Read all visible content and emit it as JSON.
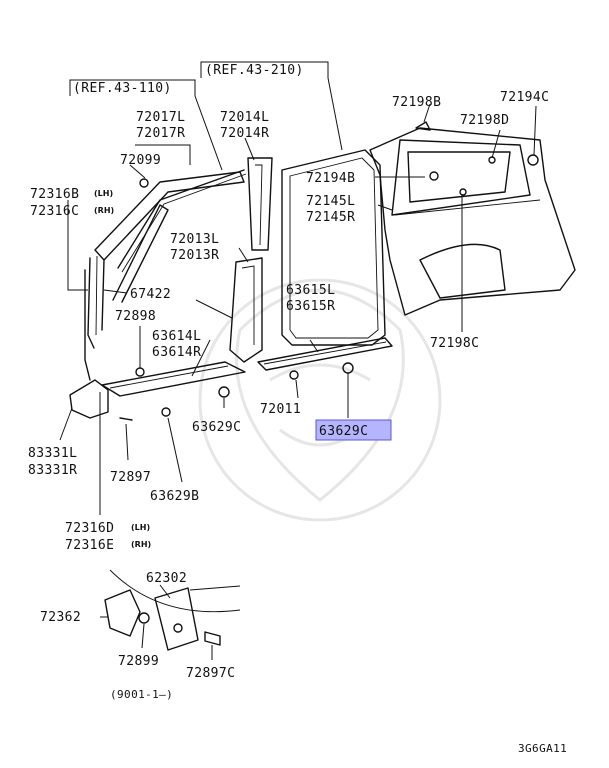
{
  "labels": {
    "ref_43_210": "(REF.43-210)",
    "ref_43_110": "(REF.43-110)",
    "l72017": "72017L",
    "r72017": "72017R",
    "l72014": "72014L",
    "r72014": "72014R",
    "p72099": "72099",
    "p72316b": "72316B",
    "p72316c": "72316C",
    "lh": "(LH)",
    "rh": "(RH)",
    "l72013": "72013L",
    "r72013": "72013R",
    "p67422": "67422",
    "p72898": "72898",
    "l63614": "63614L",
    "r63614": "63614R",
    "l63615": "63615L",
    "r63615": "63615R",
    "p72198b": "72198B",
    "p72194c": "72194C",
    "p72198d": "72198D",
    "p72194b": "72194B",
    "l72145": "72145L",
    "r72145": "72145R",
    "p72198c": "72198C",
    "l83331": "83331L",
    "r83331": "83331R",
    "p72011": "72011",
    "p63629c_a": "63629C",
    "p63629c_b": "63629C",
    "p72897": "72897",
    "p63629b": "63629B",
    "p72316d": "72316D",
    "p72316e": "72316E",
    "p62302": "62302",
    "p72362": "72362",
    "p72899": "72899",
    "p72897c": "72897C",
    "serial": "(9001-1—)",
    "code": "3G6GA11"
  },
  "highlight_color": "#b4b4ff",
  "highlight_border": "#5a5ad0"
}
